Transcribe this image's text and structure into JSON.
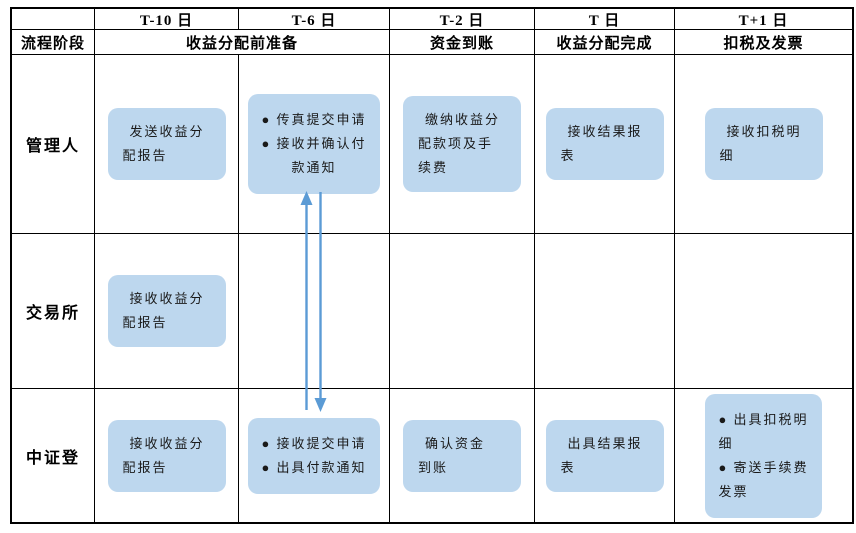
{
  "table": {
    "phase_row_label": "流程阶段",
    "date_columns": [
      "T-10 日",
      "T-6 日",
      "T-2 日",
      "T 日",
      "T+1 日"
    ],
    "phase_columns": [
      {
        "label": "收益分配前准备",
        "span": 2
      },
      {
        "label": "资金到账",
        "span": 1
      },
      {
        "label": "收益分配完成",
        "span": 1
      },
      {
        "label": "扣税及发票",
        "span": 1
      }
    ],
    "rows": [
      {
        "label": "管理人",
        "cells": [
          {
            "bullets": false,
            "lines": [
              "发送收益分",
              "配报告"
            ]
          },
          {
            "bullets": true,
            "lines": [
              "● 传真提交申请",
              "● 接收并确认付",
              "　　款通知"
            ]
          },
          {
            "bullets": false,
            "lines": [
              "缴纳收益分",
              "配款项及手",
              "续费"
            ]
          },
          {
            "bullets": false,
            "lines": [
              "接收结果报",
              "表"
            ]
          },
          {
            "bullets": false,
            "lines": [
              "接收扣税明",
              "细"
            ]
          }
        ]
      },
      {
        "label": "交易所",
        "cells": [
          {
            "bullets": false,
            "lines": [
              "接收收益分",
              "配报告"
            ]
          },
          null,
          null,
          null,
          null
        ]
      },
      {
        "label": "中证登",
        "cells": [
          {
            "bullets": false,
            "lines": [
              "接收收益分",
              "配报告"
            ]
          },
          {
            "bullets": true,
            "lines": [
              "● 接收提交申请",
              "● 出具付款通知"
            ]
          },
          {
            "bullets": false,
            "lines": [
              "确认资金",
              "到账"
            ]
          },
          {
            "bullets": false,
            "lines": [
              "出具结果报",
              "表"
            ]
          },
          {
            "bullets": true,
            "lines": [
              "● 出具扣税明",
              "细",
              "● 寄送手续费",
              "发票"
            ]
          }
        ]
      }
    ]
  },
  "connectors": [
    {
      "name": "submit-application-connector",
      "direction": "up",
      "from_row": "中证登",
      "to_row": "管理人",
      "column": "T-6 日"
    },
    {
      "name": "payment-notice-connector",
      "direction": "down",
      "from_row": "管理人",
      "to_row": "中证登",
      "column": "T-6 日"
    }
  ],
  "colors": {
    "box_fill": "#BDD7EE",
    "arrow": "#5B9BD5",
    "grid_line": "#000000",
    "background": "#FFFFFF"
  }
}
